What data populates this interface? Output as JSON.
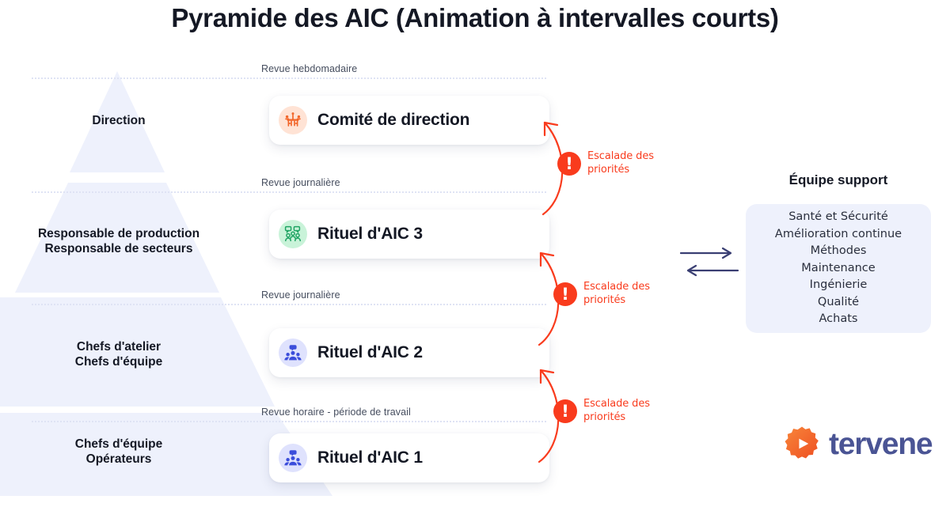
{
  "title": "Pyramide des AIC (Animation à intervalles courts)",
  "tiers": [
    {
      "cadence": "Revue hebdomadaire",
      "role": "Direction",
      "ritual": "Comité de direction",
      "icon": "meeting-table-icon",
      "icon_color": "#f2662a",
      "icon_bg": "#ffe3d5"
    },
    {
      "cadence": "Revue journalière",
      "role": "Responsable de production\nResponsable de secteurs",
      "ritual": "Rituel d'AIC 3",
      "icon": "team-discussion-icon",
      "icon_color": "#1fa463",
      "icon_bg": "#c9f3d9"
    },
    {
      "cadence": "Revue journalière",
      "role": "Chefs d'atelier\nChefs d'équipe",
      "ritual": "Rituel d'AIC 2",
      "icon": "team-group-icon",
      "icon_color": "#3b4ddb",
      "icon_bg": "#dfe2fd"
    },
    {
      "cadence": "Revue horaire - période de travail",
      "role": "Chefs d'équipe\nOpérateurs",
      "ritual": "Rituel d'AIC 1",
      "icon": "team-group-icon",
      "icon_color": "#3b4ddb",
      "icon_bg": "#dfe2fd"
    }
  ],
  "escalations": [
    {
      "label": "Escalade des priorités",
      "glyph": "!"
    },
    {
      "label": "Escalade des priorités",
      "glyph": "!"
    },
    {
      "label": "Escalade des priorités",
      "glyph": "!"
    }
  ],
  "support": {
    "title": "Équipe support",
    "items": [
      "Santé et Sécurité",
      "Amélioration continue",
      "Méthodes",
      "Maintenance",
      "Ingénierie",
      "Qualité",
      "Achats"
    ]
  },
  "logo": {
    "word": "tervene",
    "mark_color": "#f2662a",
    "word_color": "#4a5494"
  },
  "colors": {
    "pyramid_fill": "#eef1fc",
    "escalation_red": "#F93B1D",
    "text_dark": "#141824",
    "exchange_arrow": "#3a3f73"
  }
}
